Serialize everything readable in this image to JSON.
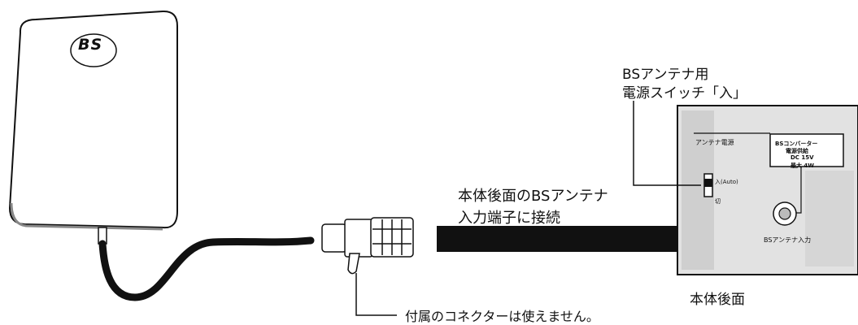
{
  "labels": {
    "switch_line1": "BSアンテナ用",
    "switch_line2": "電源スイッチ「入」",
    "connect_line1": "本体後面のBSアンテナ",
    "connect_line2": "入力端子に接続",
    "rear_panel": "本体後面",
    "connector_note": "付属のコネクターは使えません。",
    "antenna_logo": "BS"
  },
  "panel_text": {
    "antenna_power": "アンテナ電源",
    "converter_title": "BSコンバーター",
    "converter_feed": "電源供給",
    "converter_voltage": "DC 15V",
    "converter_max": "最大 4W",
    "switch_on": "入(Auto)",
    "switch_off": "切",
    "bs_input": "BSアンテナ入力"
  }
}
